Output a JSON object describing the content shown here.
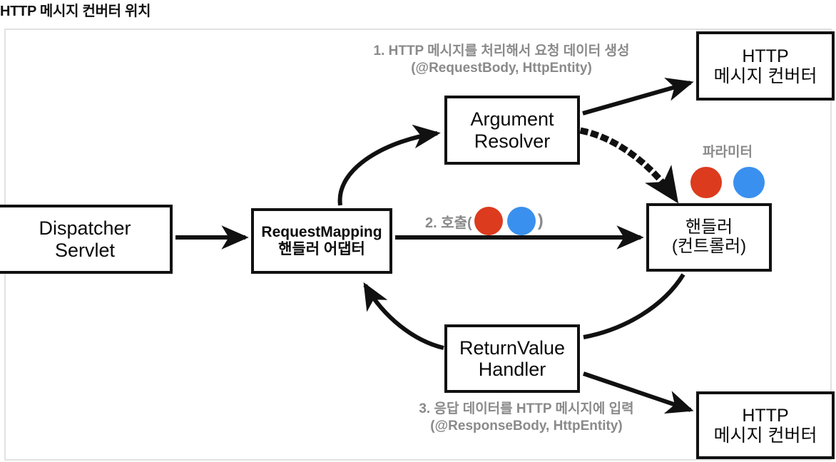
{
  "page": {
    "title": "HTTP 메시지 컨버터 위치"
  },
  "diagram": {
    "type": "flow-diagram",
    "nodes": [
      {
        "id": "dispatcher-servlet",
        "line1": "Dispatcher",
        "line2": "Servlet"
      },
      {
        "id": "request-mapping-adapter",
        "line1": "RequestMapping",
        "line2": "핸들러 어댑터"
      },
      {
        "id": "argument-resolver",
        "line1": "Argument",
        "line2": "Resolver"
      },
      {
        "id": "return-value-handler",
        "line1": "ReturnValue",
        "line2": "Handler"
      },
      {
        "id": "handler-controller",
        "line1": "핸들러",
        "line2": "(컨트롤러)"
      },
      {
        "id": "http-converter-top",
        "line1": "HTTP",
        "line2": "메시지 컨버터"
      },
      {
        "id": "http-converter-bottom",
        "line1": "HTTP",
        "line2": "메시지 컨버터"
      }
    ],
    "annotations": {
      "request_flow": {
        "line1": "1. HTTP 메시지를 처리해서 요청 데이터 생성",
        "line2": "(@RequestBody, HttpEntity)"
      },
      "response_flow": {
        "line1": "3. 응답 데이터를 HTTP 메시지에 입력",
        "line2": "(@ResponseBody, HttpEntity)"
      },
      "invoke": {
        "prefix": "2. 호출(",
        "suffix": ")"
      },
      "parameter_label": "파라미터"
    },
    "colors": {
      "dot_red": "#dc3b1e",
      "dot_blue": "#3a90ee",
      "annotation_gray": "#8a8a8a",
      "stroke_black": "#111111",
      "frame_border": "#e2e2e2",
      "background": "#ffffff"
    },
    "edges": [
      {
        "from": "dispatcher-servlet",
        "to": "request-mapping-adapter",
        "style": "solid-straight"
      },
      {
        "from": "request-mapping-adapter",
        "to": "argument-resolver",
        "style": "solid-curved"
      },
      {
        "from": "argument-resolver",
        "to": "http-converter-top",
        "style": "solid-straight"
      },
      {
        "from": "argument-resolver",
        "to": "handler-controller",
        "style": "dotted-curved"
      },
      {
        "from": "request-mapping-adapter",
        "to": "handler-controller",
        "style": "solid-straight"
      },
      {
        "from": "handler-controller",
        "to": "return-value-handler",
        "style": "solid-curved"
      },
      {
        "from": "return-value-handler",
        "to": "request-mapping-adapter",
        "style": "solid-curved"
      },
      {
        "from": "return-value-handler",
        "to": "http-converter-bottom",
        "style": "solid-straight"
      }
    ]
  }
}
